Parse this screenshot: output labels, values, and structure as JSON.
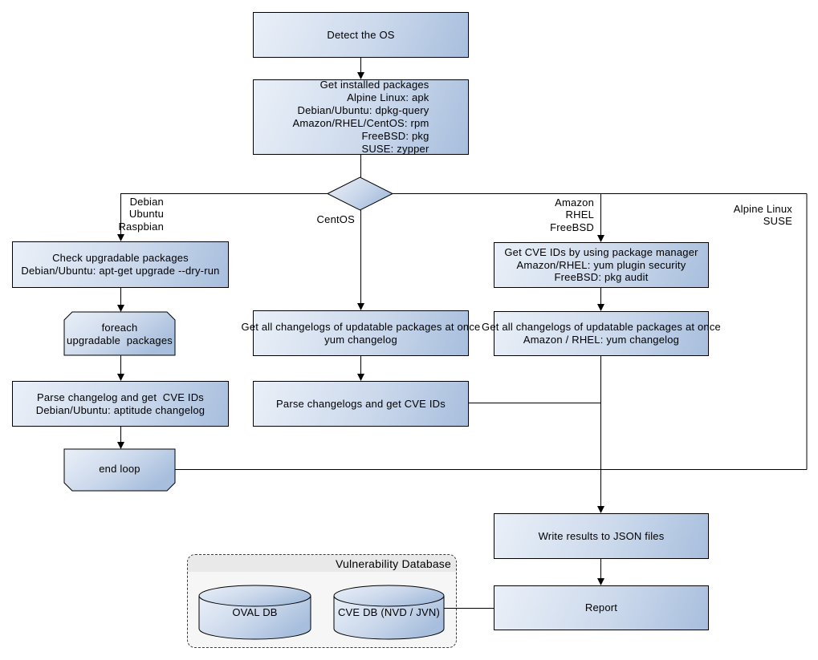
{
  "flow": {
    "nodes": [
      {
        "id": "detect-os",
        "label": "Detect the OS"
      },
      {
        "id": "get-installed-packages",
        "label": "Get installed packages\nAlpine Linux: apk\nDebian/Ubuntu: dpkg-query\nAmazon/RHEL/CentOS: rpm\nFreeBSD: pkg\nSUSE: zypper"
      },
      {
        "id": "check-upgradable-packages",
        "label": "Check upgradable packages\nDebian/Ubuntu: apt-get upgrade --dry-run"
      },
      {
        "id": "foreach-upgradable-packages",
        "label": "foreach\nupgradable  packages"
      },
      {
        "id": "parse-changelog-get-cve-ids",
        "label": "Parse changelog and get  CVE IDs\nDebian/Ubuntu: aptitude changelog"
      },
      {
        "id": "end-loop",
        "label": "end loop"
      },
      {
        "id": "get-all-changelogs-centos",
        "label": "Get all changelogs of updatable packages at once\nyum changelog"
      },
      {
        "id": "parse-changelogs-get-cve-ids",
        "label": "Parse changelogs and get CVE IDs"
      },
      {
        "id": "get-cve-ids-package-manager",
        "label": "Get CVE IDs by using package manager\nAmazon/RHEL: yum plugin security\nFreeBSD: pkg audit"
      },
      {
        "id": "get-all-changelogs-amazon",
        "label": "Get all changelogs of updatable packages at once\nAmazon / RHEL: yum changelog"
      },
      {
        "id": "write-results-json",
        "label": "Write results to JSON files"
      },
      {
        "id": "report",
        "label": "Report"
      }
    ],
    "edge_labels": [
      {
        "id": "branch-debian",
        "label": "Debian\nUbuntu\nRaspbian"
      },
      {
        "id": "branch-centos",
        "label": "CentOS"
      },
      {
        "id": "branch-amazon",
        "label": "Amazon\nRHEL\nFreeBSD"
      },
      {
        "id": "branch-alpine",
        "label": "Alpine Linux\nSUSE"
      }
    ],
    "database": {
      "title": "Vulnerability Database",
      "cylinders": [
        {
          "id": "oval-db",
          "label": "OVAL DB"
        },
        {
          "id": "cve-db",
          "label": "CVE DB (NVD / JVN)"
        }
      ]
    },
    "colors": {
      "node_gradient_light": "#eaf0f8",
      "node_gradient_dark": "#a7bedd",
      "node_border": "#000000",
      "connector": "#000000",
      "group_fill": "#f6f6f6",
      "group_title_fill": "#e9e9e9",
      "background": "#ffffff"
    }
  }
}
